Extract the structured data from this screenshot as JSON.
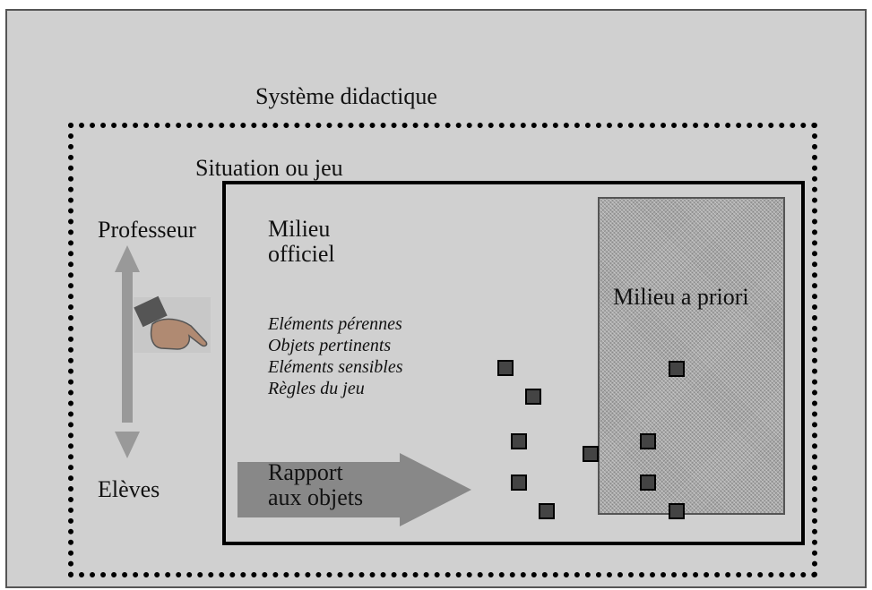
{
  "labels": {
    "systeme": "Système didactique",
    "situation": "Situation ou jeu",
    "professeur": "Professeur",
    "eleves": "Elèves",
    "milieu_officiel": [
      "Milieu",
      "officiel"
    ],
    "milieu_apriori": "Milieu a priori",
    "elements": [
      "Eléments pérennes",
      "Objets pertinents",
      "Eléments sensibles",
      "Règles du jeu"
    ],
    "rapport": [
      "Rapport",
      "aux objets"
    ]
  },
  "icons": {
    "hand": "pointing-hand-icon"
  },
  "colors": {
    "background": "#d0d0d0",
    "arrow": "#999999",
    "square": "#444444"
  }
}
